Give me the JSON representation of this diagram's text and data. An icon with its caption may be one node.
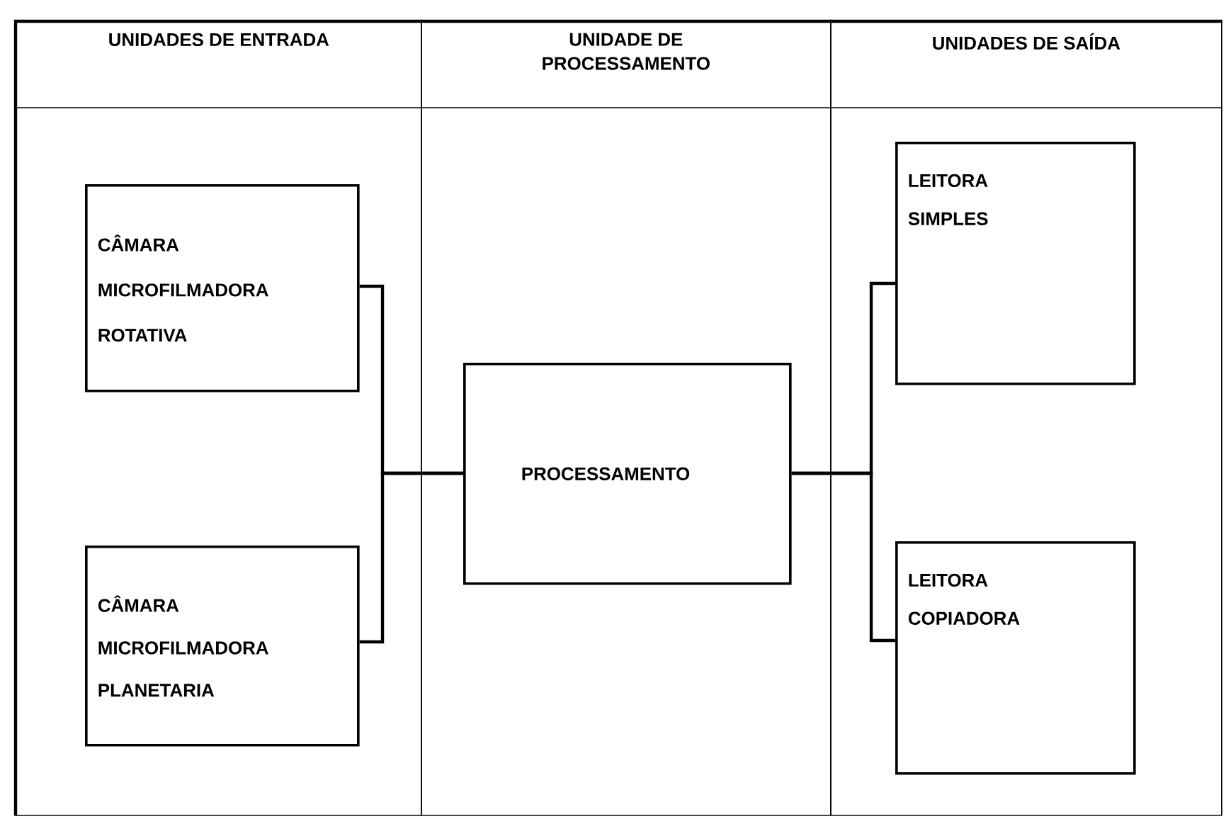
{
  "diagram": {
    "nodes": [
      {
        "text": [
          "UNIDADES DE ENTRADA"
        ]
      },
      {
        "text": [
          "UNIDADE DE PROCESSAMENTO"
        ]
      },
      {
        "text": [
          "UNIDADES DE SAÍDA"
        ]
      },
      {
        "text": [
          "CÂMARA MICROFILMADORA ROTATIVA"
        ],
        "in": 0
      },
      {
        "text": [
          "CÂMARA MICROFILMADORA PLANETARIA"
        ],
        "in": 0
      },
      {
        "text": [
          "PROCESSAMENTO"
        ],
        "in": 1
      },
      {
        "text": [
          "LEITORA SIMPLES"
        ],
        "in": 2
      },
      {
        "text": [
          "LEITORA COPIADORA"
        ],
        "in": 2
      }
    ],
    "edges": [
      {
        "from": 3,
        "to": 5,
        "arrow": "none"
      },
      {
        "from": 4,
        "to": 5,
        "arrow": "none"
      },
      {
        "from": 5,
        "to": 6,
        "arrow": "none"
      },
      {
        "from": 5,
        "to": 7,
        "arrow": "none"
      }
    ]
  }
}
